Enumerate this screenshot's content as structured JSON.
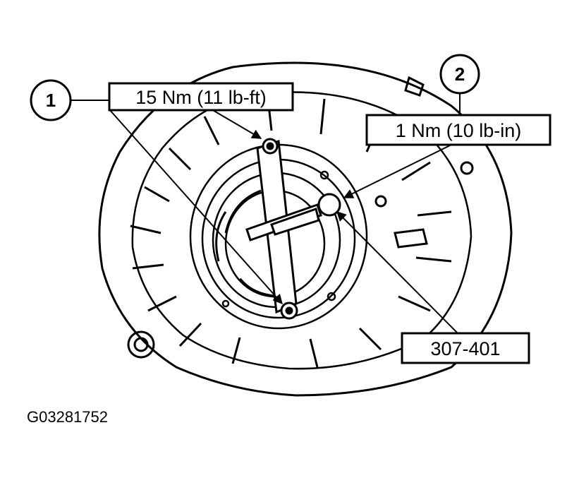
{
  "callouts": {
    "item1": {
      "number": "1",
      "torque": "15 Nm (11 lb-ft)"
    },
    "item2": {
      "number": "2",
      "torque": "1 Nm (10 lb-in)"
    },
    "tool": {
      "label": "307-401"
    }
  },
  "figure_id": "G03281752",
  "colors": {
    "line": "#000000",
    "background": "#ffffff"
  }
}
